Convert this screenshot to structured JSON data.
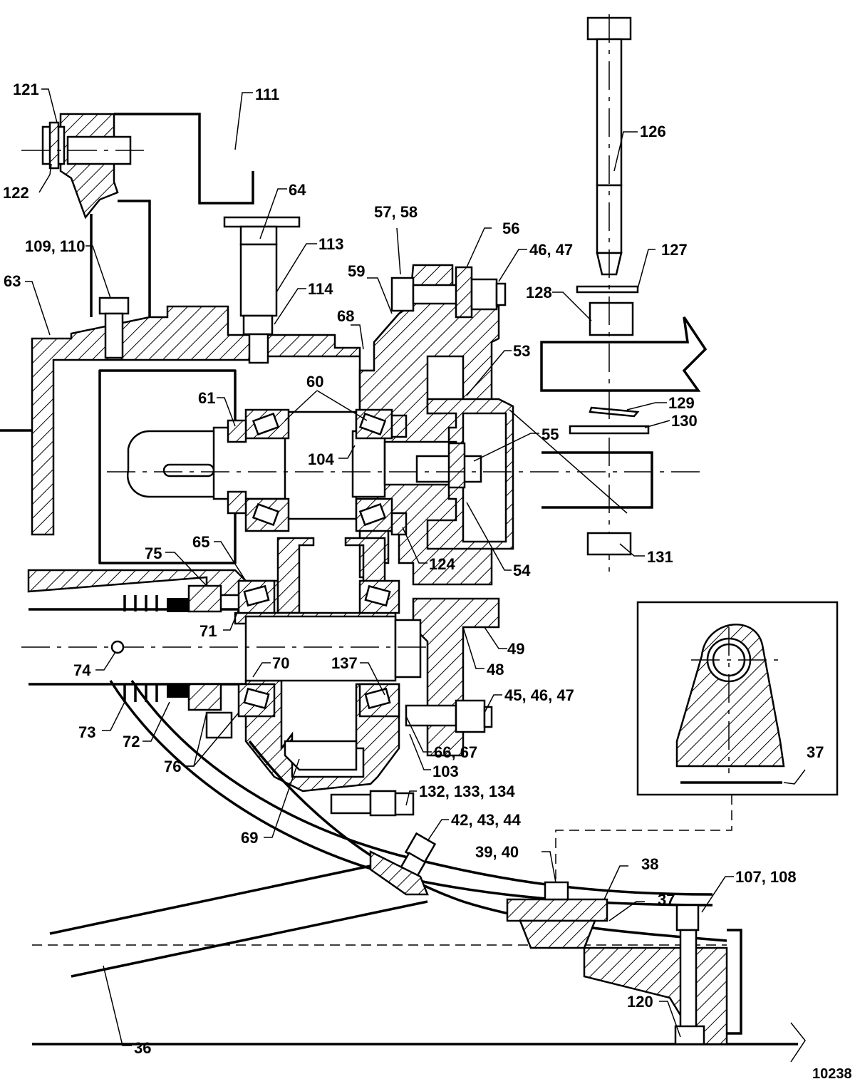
{
  "figure_number": "10238",
  "callouts": [
    {
      "id": "c121",
      "text": "121"
    },
    {
      "id": "c122",
      "text": "122"
    },
    {
      "id": "c111",
      "text": "111"
    },
    {
      "id": "c126",
      "text": "126"
    },
    {
      "id": "c64",
      "text": "64"
    },
    {
      "id": "c113",
      "text": "113"
    },
    {
      "id": "c114",
      "text": "114"
    },
    {
      "id": "c57",
      "text": "57, 58"
    },
    {
      "id": "c56",
      "text": "56"
    },
    {
      "id": "c4647",
      "text": "46, 47"
    },
    {
      "id": "c127",
      "text": "127"
    },
    {
      "id": "c128",
      "text": "128"
    },
    {
      "id": "c109",
      "text": "109, 110"
    },
    {
      "id": "c63",
      "text": "63"
    },
    {
      "id": "c59",
      "text": "59"
    },
    {
      "id": "c68",
      "text": "68"
    },
    {
      "id": "c53",
      "text": "53"
    },
    {
      "id": "c60",
      "text": "60"
    },
    {
      "id": "c61",
      "text": "61"
    },
    {
      "id": "c129",
      "text": "129"
    },
    {
      "id": "c130",
      "text": "130"
    },
    {
      "id": "c55",
      "text": "55"
    },
    {
      "id": "c104",
      "text": "104"
    },
    {
      "id": "c75",
      "text": "75"
    },
    {
      "id": "c65",
      "text": "65"
    },
    {
      "id": "c124",
      "text": "124"
    },
    {
      "id": "c54",
      "text": "54"
    },
    {
      "id": "c131",
      "text": "131"
    },
    {
      "id": "c71",
      "text": "71"
    },
    {
      "id": "c49",
      "text": "49"
    },
    {
      "id": "c48",
      "text": "48"
    },
    {
      "id": "c74",
      "text": "74"
    },
    {
      "id": "c70",
      "text": "70"
    },
    {
      "id": "c137",
      "text": "137"
    },
    {
      "id": "c454647",
      "text": "45, 46, 47"
    },
    {
      "id": "c37a",
      "text": "37"
    },
    {
      "id": "c73",
      "text": "73"
    },
    {
      "id": "c72",
      "text": "72"
    },
    {
      "id": "c6667",
      "text": "66, 67"
    },
    {
      "id": "c76",
      "text": "76"
    },
    {
      "id": "c103",
      "text": "103"
    },
    {
      "id": "c132",
      "text": "132, 133, 134"
    },
    {
      "id": "c69",
      "text": "69"
    },
    {
      "id": "c424344",
      "text": "42, 43, 44"
    },
    {
      "id": "c3940",
      "text": "39, 40"
    },
    {
      "id": "c38",
      "text": "38"
    },
    {
      "id": "c107",
      "text": "107, 108"
    },
    {
      "id": "c37b",
      "text": "37"
    },
    {
      "id": "c120",
      "text": "120"
    },
    {
      "id": "c36",
      "text": "36"
    }
  ]
}
